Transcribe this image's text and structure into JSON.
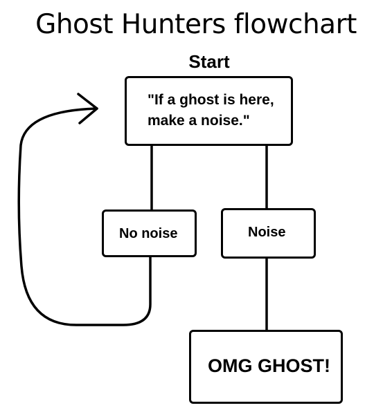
{
  "title": "Ghost Hunters flowchart",
  "start_label": "Start",
  "nodes": {
    "start_line1": "\"If a ghost is here,",
    "start_line2": "make a noise.\"",
    "no_noise": "No noise",
    "noise": "Noise",
    "ghost": "OMG GHOST!"
  }
}
